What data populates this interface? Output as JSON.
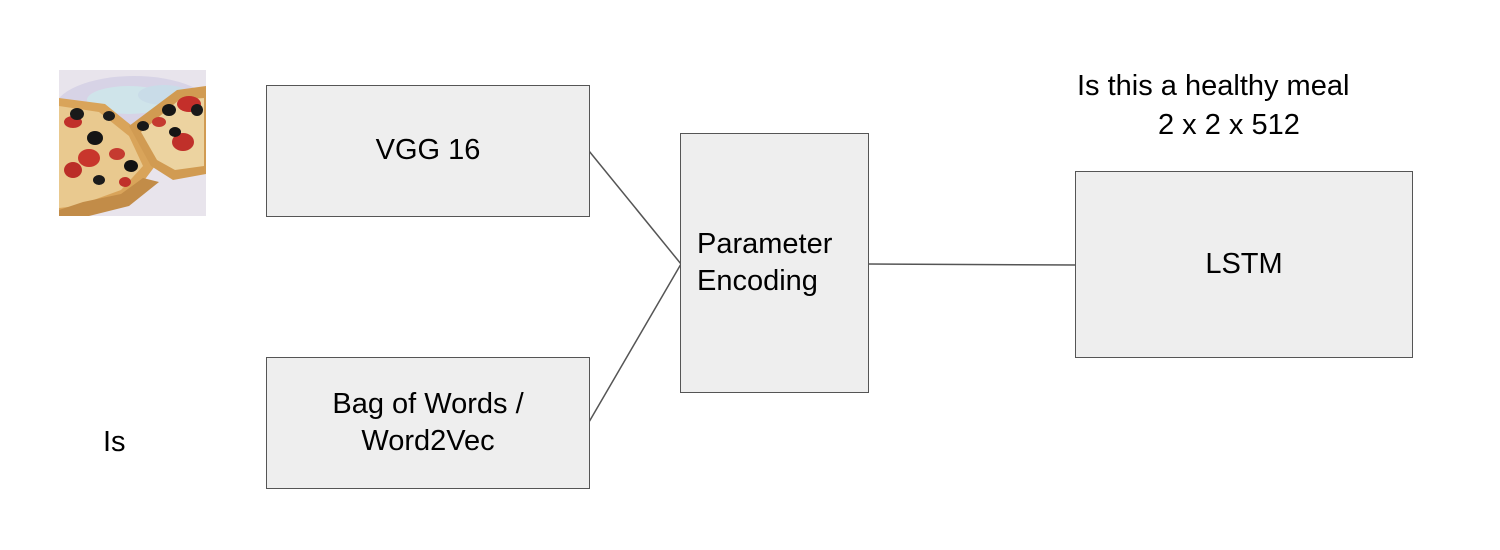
{
  "nodes": {
    "vgg": {
      "label": "VGG 16"
    },
    "bow": {
      "line1": "Bag of Words /",
      "line2": "Word2Vec"
    },
    "param": {
      "line1": "Parameter",
      "line2": "Encoding"
    },
    "lstm": {
      "label": "LSTM"
    }
  },
  "annotations": {
    "question": "Is this a healthy meal",
    "shape": "2 x 2 x 512",
    "word": "Is"
  },
  "image": {
    "icon": "pizza-photo"
  },
  "colors": {
    "box_fill": "#eeeeee",
    "box_border": "#555555",
    "line": "#555555"
  }
}
